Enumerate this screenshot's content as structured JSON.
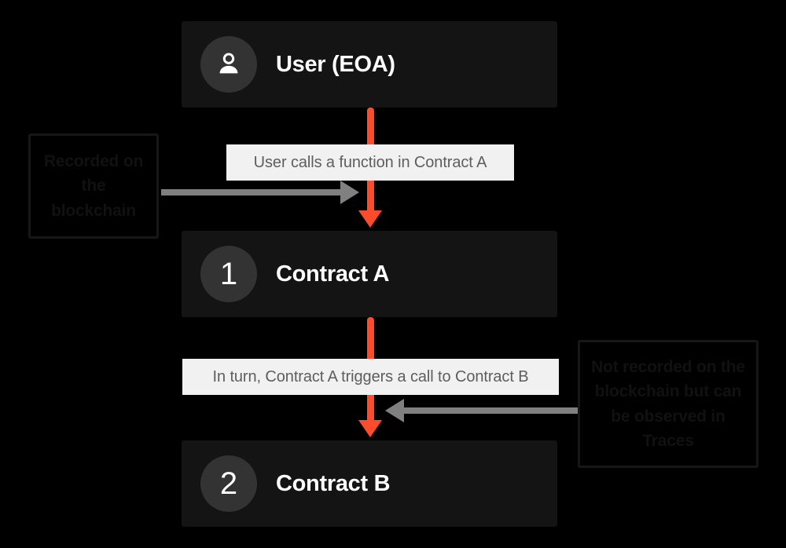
{
  "diagram": {
    "title": "Contract call flow",
    "background_color": "#000000",
    "accent_color": "#fc4c2c",
    "node_color": "#141414",
    "badge_color": "#333333",
    "caption_bg": "#f1f1f1",
    "caption_text_color": "#5e5e5e",
    "gray_arrow_color": "#808080"
  },
  "nodes": [
    {
      "id": "user",
      "badge": "user-icon",
      "badge_text": "",
      "label": "User (EOA)"
    },
    {
      "id": "contract_a",
      "badge": "number",
      "badge_text": "1",
      "label": "Contract A"
    },
    {
      "id": "contract_b",
      "badge": "number",
      "badge_text": "2",
      "label": "Contract B"
    }
  ],
  "captions": [
    {
      "id": "caption_1",
      "text": "User calls a function in Contract A"
    },
    {
      "id": "caption_2",
      "text": "In turn, Contract A triggers a call to Contract B"
    }
  ],
  "annotations": [
    {
      "id": "annotation_left",
      "text": "Recorded on the blockchain",
      "points_to": "caption_1",
      "arrow_direction": "right"
    },
    {
      "id": "annotation_right",
      "text": "Not recorded on the blockchain but can be observed in Traces",
      "points_to": "caption_2",
      "arrow_direction": "left"
    }
  ]
}
